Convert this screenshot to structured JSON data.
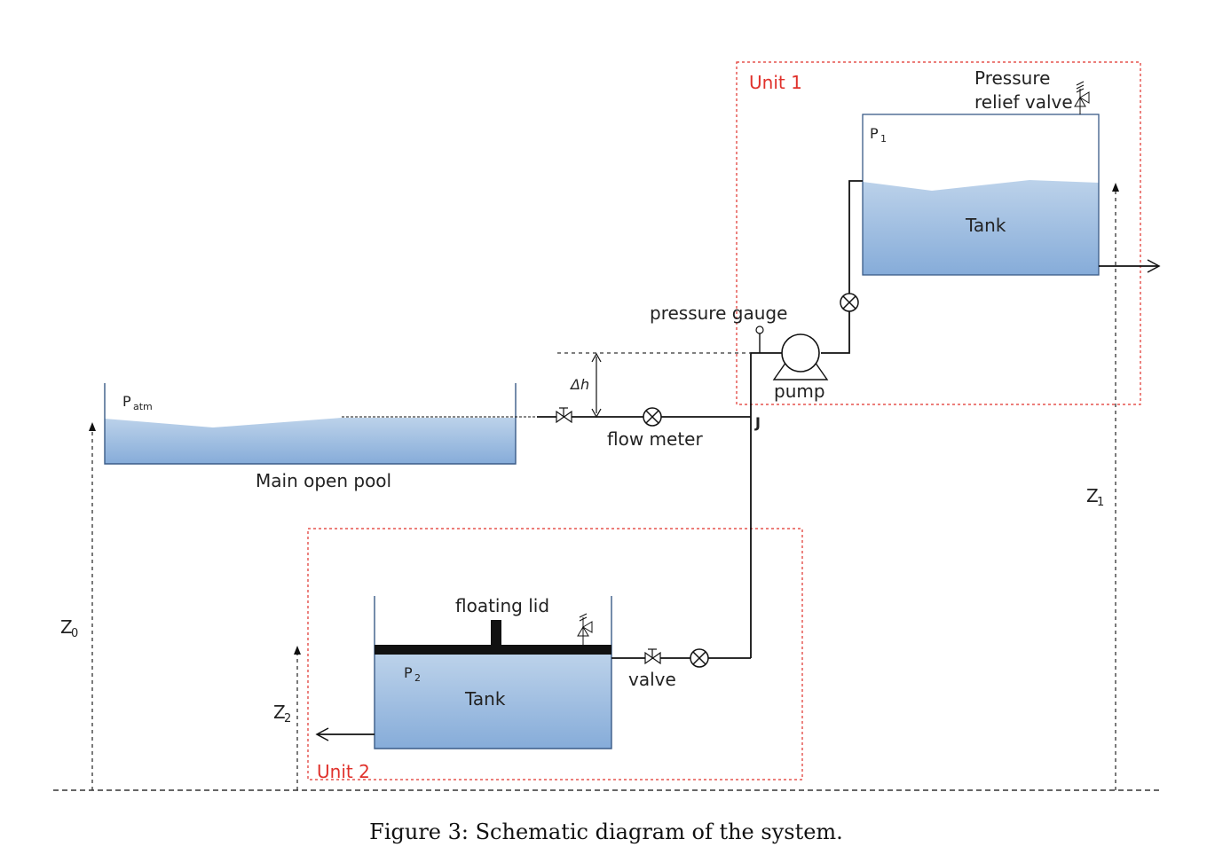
{
  "units": {
    "unit1": "Unit 1",
    "unit2": "Unit 2"
  },
  "labels": {
    "pressure_relief_line1": "Pressure",
    "pressure_relief_line2": "relief valve",
    "p1": "P",
    "p1_sub": "1",
    "tank1": "Tank",
    "pressure_gauge": "pressure gauge",
    "pump": "pump",
    "delta_h": "Δh",
    "junction": "J",
    "flow_meter": "flow meter",
    "p_atm": "P",
    "p_atm_sub": "atm",
    "main_pool": "Main open pool",
    "floating_lid": "floating lid",
    "p2": "P",
    "p2_sub": "2",
    "tank2": "Tank",
    "valve": "valve",
    "z0": "Z",
    "z0_sub": "0",
    "z1": "Z",
    "z1_sub": "1",
    "z2": "Z",
    "z2_sub": "2"
  },
  "caption": "Figure 3: Schematic diagram of the system.",
  "colors": {
    "water_top": "#bcd2ea",
    "water_bottom": "#7fa8d9",
    "unit_border": "#e0312b",
    "lid": "#111111"
  }
}
